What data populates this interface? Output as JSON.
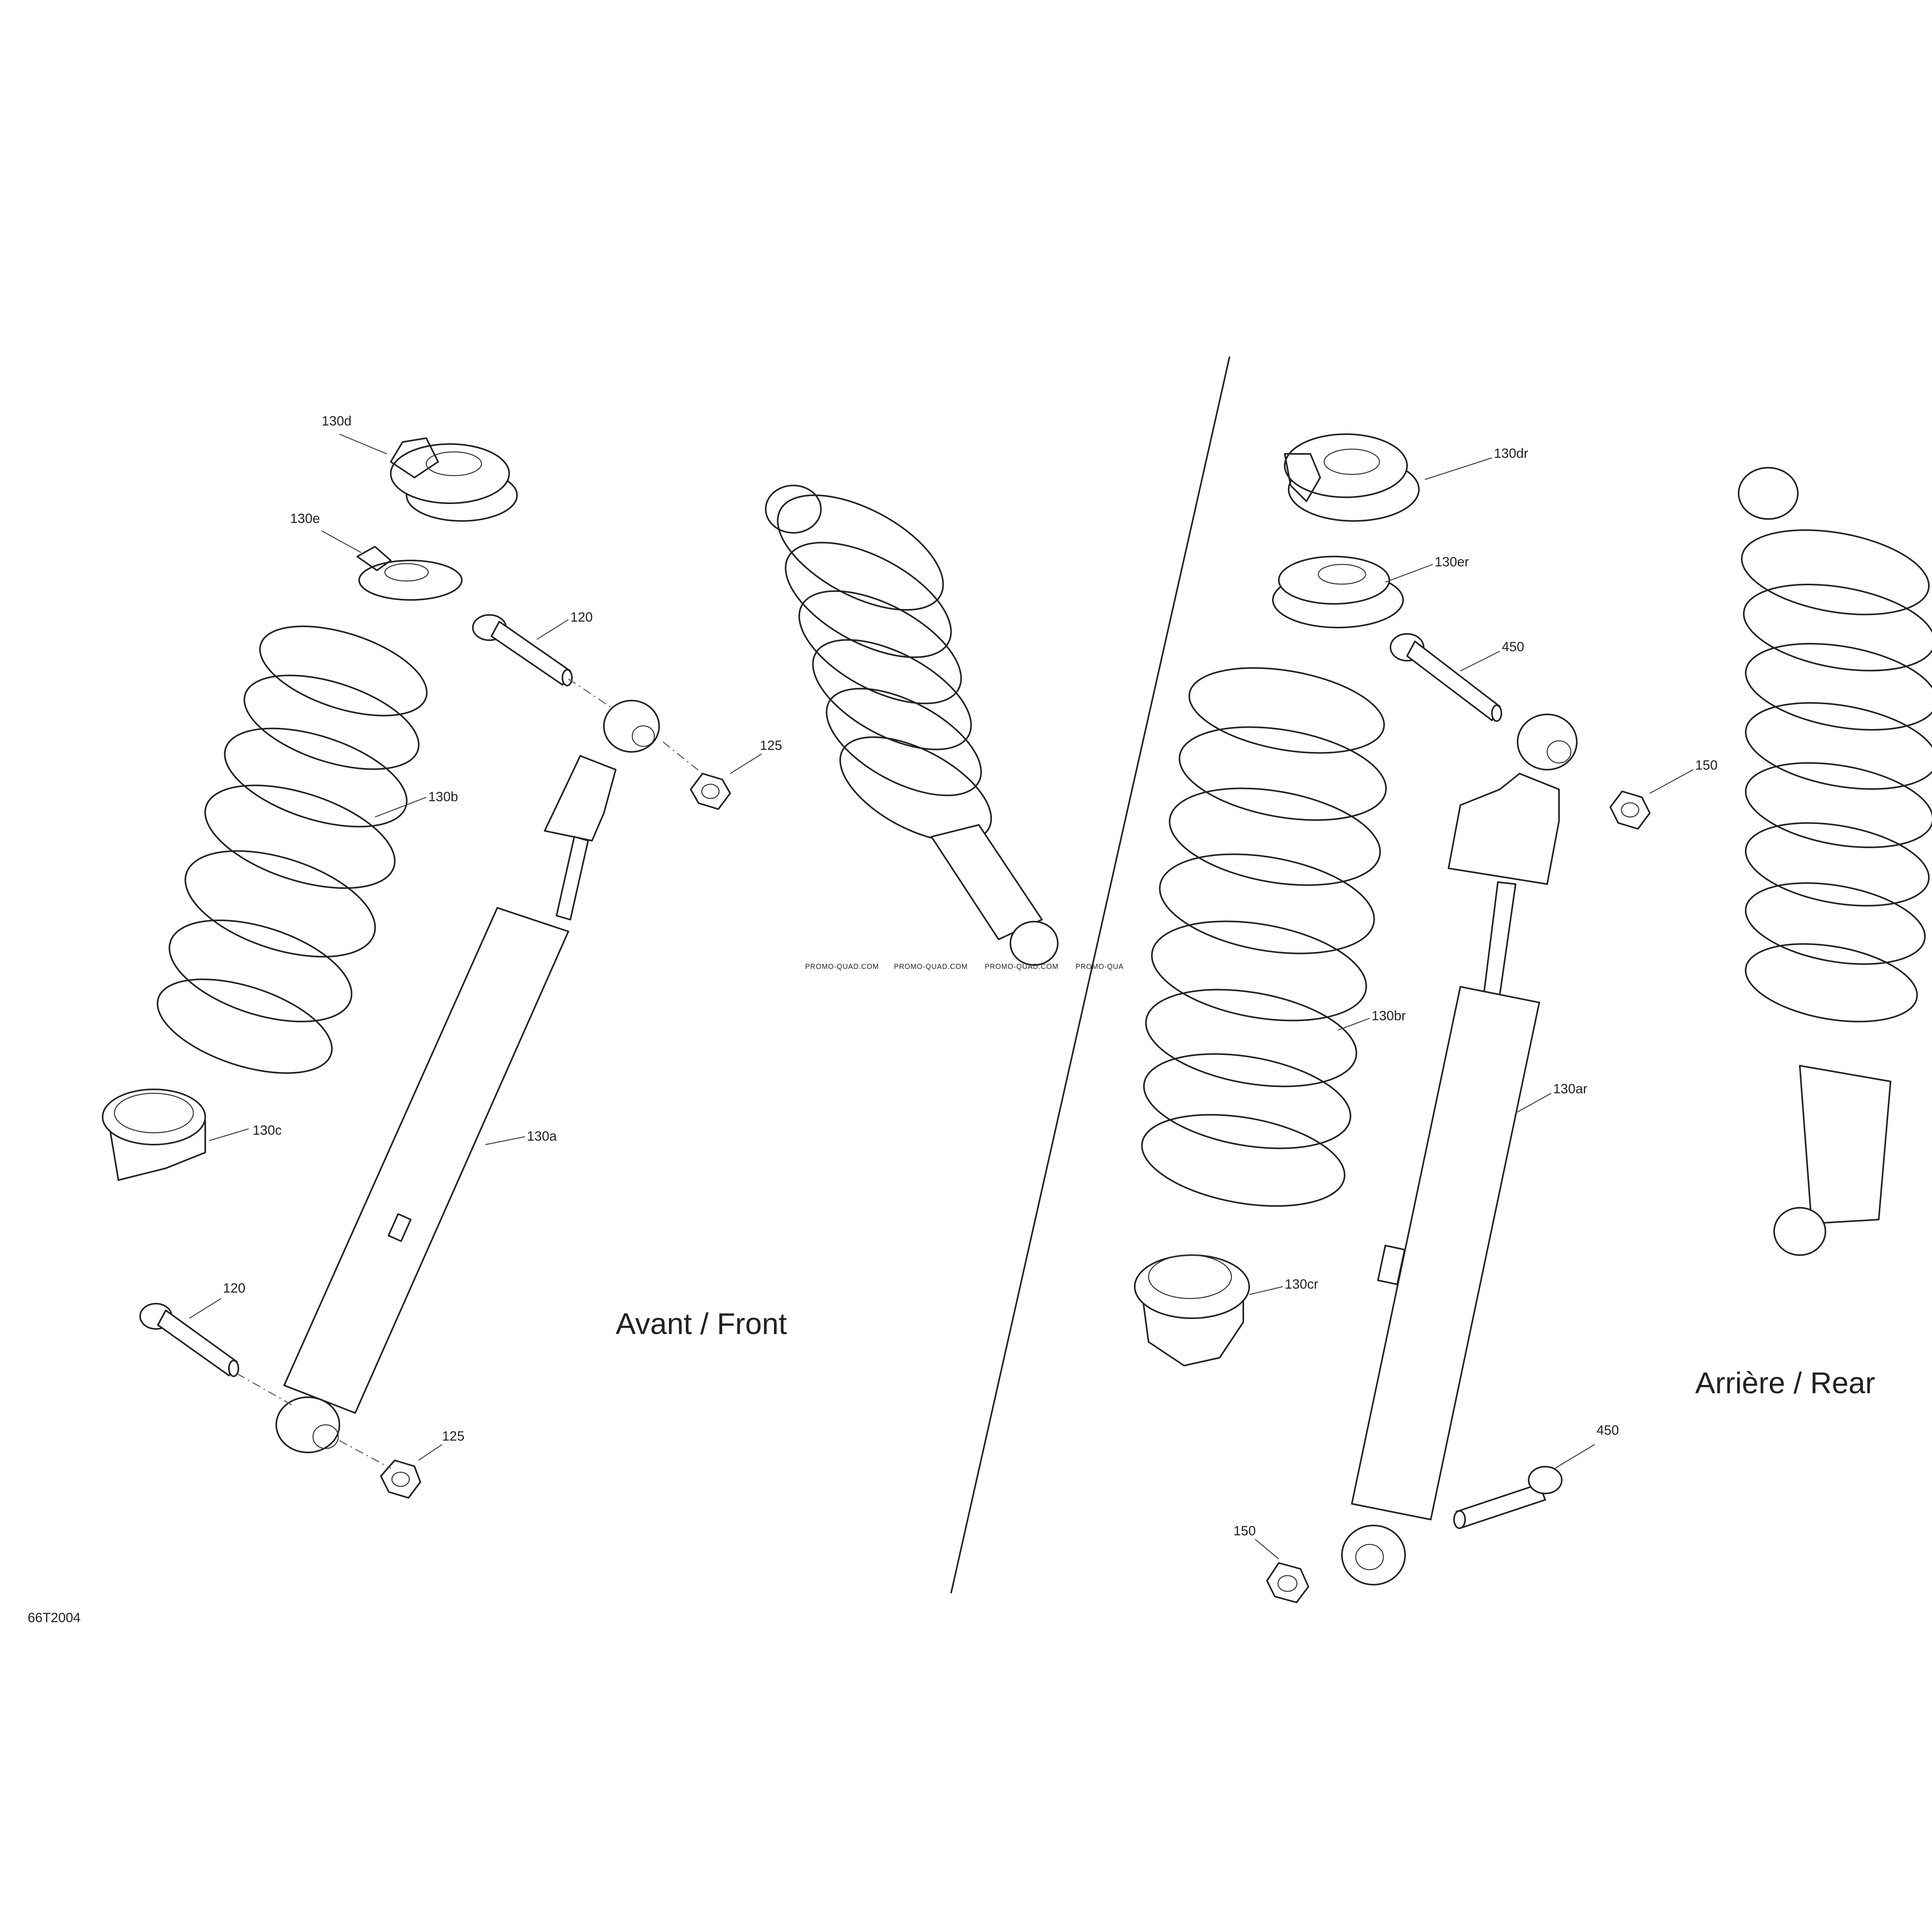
{
  "figure_code": "66T2004",
  "sections": {
    "front": "Avant / Front",
    "rear": "Arrière / Rear"
  },
  "callouts": {
    "front_upper_seat": "130d",
    "front_retainer": "130e",
    "front_upper_bolt": "120",
    "front_upper_nut": "125",
    "front_spring": "130b",
    "front_lower_seat": "130c",
    "front_shock": "130a",
    "front_lower_bolt": "120",
    "front_lower_nut": "125",
    "rear_upper_seat": "130dr",
    "rear_retainer": "130er",
    "rear_upper_bolt": "450",
    "rear_upper_nut": "150",
    "rear_spring": "130br",
    "rear_shock": "130ar",
    "rear_lower_seat": "130cr",
    "rear_lower_bolt": "450",
    "rear_lower_nut": "150"
  },
  "watermark": [
    "PROMO-QUAD.COM",
    "PROMO-QUAD.COM",
    "PROMO-QUAD.COM",
    "PROMO-QUA"
  ]
}
